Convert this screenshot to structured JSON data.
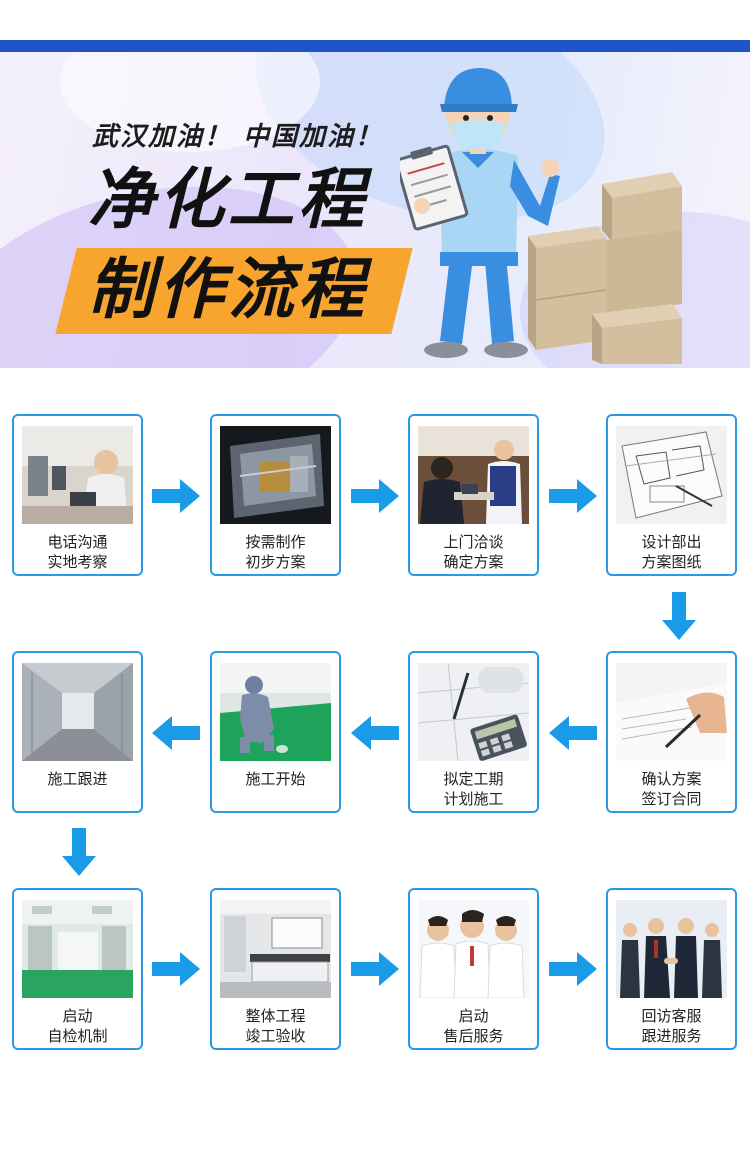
{
  "banner": {
    "slogan": "武汉加油！ 中国加油！",
    "title_line1": "净化工程",
    "title_line2": "制作流程",
    "colors": {
      "top_bar": "#1f54c8",
      "highlight": "#f8a530"
    }
  },
  "flow": {
    "border_color": "#2b9ae6",
    "arrow_color": "#1a9be8",
    "rows": [
      {
        "direction": "right",
        "steps": [
          {
            "line1": "电话沟通",
            "line2": "实地考察",
            "icon": "call-center-photo"
          },
          {
            "line1": "按需制作",
            "line2": "初步方案",
            "icon": "3d-model-photo"
          },
          {
            "line1": "上门洽谈",
            "line2": "确定方案",
            "icon": "meeting-photo"
          },
          {
            "line1": "设计部出",
            "line2": "方案图纸",
            "icon": "blueprint-photo"
          }
        ]
      },
      {
        "direction": "left",
        "steps": [
          {
            "line1": "施工跟进",
            "line2": "",
            "icon": "corridor-photo"
          },
          {
            "line1": "施工开始",
            "line2": "",
            "icon": "worker-floor-photo"
          },
          {
            "line1": "拟定工期",
            "line2": "计划施工",
            "icon": "calculator-plan-photo"
          },
          {
            "line1": "确认方案",
            "line2": "签订合同",
            "icon": "signing-contract-photo"
          }
        ]
      },
      {
        "direction": "right",
        "steps": [
          {
            "line1": "启动",
            "line2": "自检机制",
            "icon": "cleanroom-photo"
          },
          {
            "line1": "整体工程",
            "line2": "竣工验收",
            "icon": "lab-room-photo"
          },
          {
            "line1": "启动",
            "line2": "售后服务",
            "icon": "support-staff-photo"
          },
          {
            "line1": "回访客服",
            "line2": "跟进服务",
            "icon": "handshake-photo"
          }
        ]
      }
    ]
  }
}
